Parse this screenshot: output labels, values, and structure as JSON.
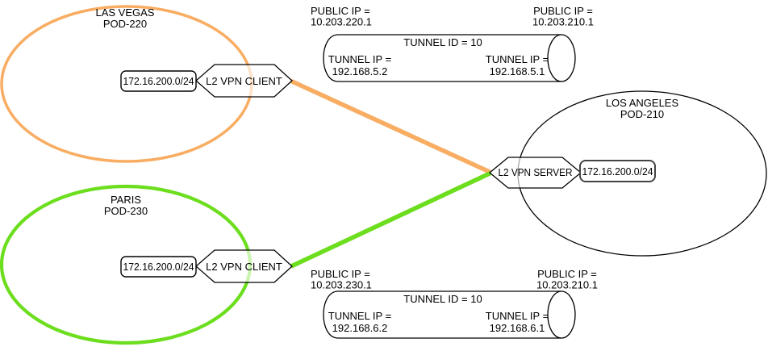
{
  "diagram": {
    "sites": {
      "las_vegas": {
        "city": "LAS VEGAS",
        "pod": "POD-220",
        "subnet": "172.16.200.0/24",
        "node_label": "L2 VPN CLIENT"
      },
      "paris": {
        "city": "PARIS",
        "pod": "POD-230",
        "subnet": "172.16.200.0/24",
        "node_label": "L2 VPN CLIENT"
      },
      "los_angeles": {
        "city": "LOS ANGELES",
        "pod": "POD-210",
        "subnet": "172.16.200.0/24",
        "node_label": "L2 VPN SERVER"
      }
    },
    "tunnels": {
      "las_vegas_la": {
        "client_public_ip_label": "PUBLIC IP =",
        "client_public_ip": "10.203.220.1",
        "server_public_ip_label": "PUBLIC IP =",
        "server_public_ip": "10.203.210.1",
        "tunnel_id_label": "TUNNEL ID = 10",
        "client_tunnel_ip_label": "TUNNEL IP =",
        "client_tunnel_ip": "192.168.5.2",
        "server_tunnel_ip_label": "TUNNEL IP =",
        "server_tunnel_ip": "192.168.5.1"
      },
      "paris_la": {
        "client_public_ip_label": "PUBLIC IP =",
        "client_public_ip": "10.203.230.1",
        "server_public_ip_label": "PUBLIC IP =",
        "server_public_ip": "10.203.210.1",
        "tunnel_id_label": "TUNNEL ID = 10",
        "client_tunnel_ip_label": "TUNNEL IP =",
        "client_tunnel_ip": "192.168.6.2",
        "server_tunnel_ip_label": "TUNNEL IP =",
        "server_tunnel_ip": "192.168.6.1"
      }
    },
    "colors": {
      "las_vegas_accent": "#f8ad63",
      "paris_accent": "#6cde1e",
      "outline": "#000000"
    }
  }
}
